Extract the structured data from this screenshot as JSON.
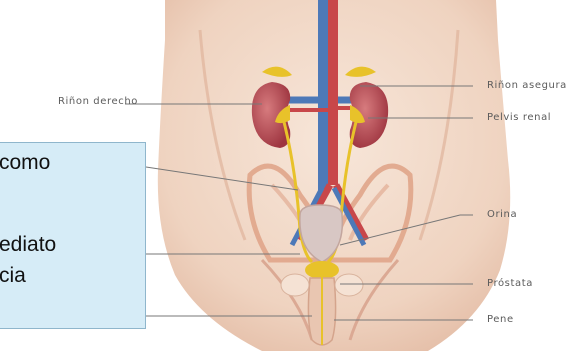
{
  "labels": {
    "left_kidney": "Riñon derecho",
    "right_kidney": "Riñon asegura",
    "renal_pelvis": "Pelvis renal",
    "urine": "Orina",
    "prostate": "Próstata",
    "penis": "Pene"
  },
  "callout": {
    "line1": "como",
    "line2": "ediato",
    "line3": "cia"
  },
  "colors": {
    "skin": "#f1d9c8",
    "kidney": "#b5484f",
    "aorta": "#c8474a",
    "vena_cava": "#4d79b8",
    "urinary": "#e8c22a",
    "callout_bg": "#d6ecf7"
  }
}
